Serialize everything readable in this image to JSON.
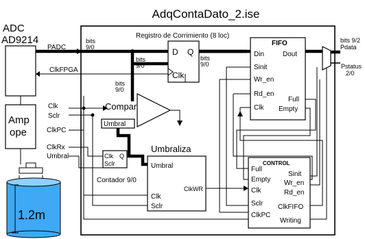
{
  "title": "AdqContaDato_2.ise",
  "adc": {
    "line1": "ADC",
    "line2": "AD9214"
  },
  "ampop": {
    "line1": "Amp",
    "line2": "ope"
  },
  "tank": {
    "level": "1.2m",
    "water_color": "#3fa9f5"
  },
  "signals": {
    "padc": "PADC",
    "clkfpga": "ClkFPGA",
    "clk": "Clk",
    "sclr": "Sclr",
    "clkpc": "ClkPC",
    "clkrx": "ClkRx",
    "umbral": "Umbral"
  },
  "bus_labels": {
    "bits1_a": "bits",
    "bits1_b": "9/0",
    "bits2_a": "bits",
    "bits2_b": "9/0",
    "bits3_a": "bits",
    "bits3_b": "9/0",
    "bits4_a": "bits",
    "bits4_b": "9/0",
    "bits5_a": "bits 9/2",
    "bits5_b": "Pdata",
    "pstatus_a": "Pstatus",
    "pstatus_b": "2/0"
  },
  "register": {
    "title": "Registro de Corrimiento (8 loc)",
    "d": "D",
    "q": "Q",
    "clk": "Clk"
  },
  "fifo": {
    "title": "FIFO",
    "din": "Din",
    "dout": "Dout",
    "sinit": "Sinit",
    "wr_en": "Wr_en",
    "rd_en": "Rd_en",
    "full": "Full",
    "clk": "Clk",
    "empty": "Empty"
  },
  "comparador": {
    "title": "Comparador",
    "umbral": "Umbral"
  },
  "contador": {
    "clk": "Clk",
    "q": "Q",
    "sclr": "Sclr",
    "caption": "Contador 9/0"
  },
  "umbraliza": {
    "title": "Umbraliza",
    "umbral": "Umbral",
    "clk": "Clk",
    "sclr": "Sclr",
    "clkwr": "ClkWR"
  },
  "control": {
    "title": "CONTROL",
    "full": "Full",
    "empty": "Empty",
    "clk": "Clk",
    "sclr": "Sclr",
    "clkpc": "ClkPC",
    "sinit": "Sinit",
    "wr_en": "Wr_en",
    "rd_en": "Rd_en",
    "clkfifo": "ClkFIFO",
    "writing": "Writing"
  }
}
